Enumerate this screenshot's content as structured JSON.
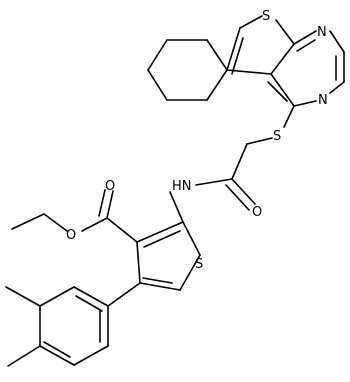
{
  "atoms": {
    "S_thieno": "S",
    "N_pyr_top": "N",
    "N_pyr_bottom": "N",
    "S_thioether": "S",
    "N_amide": "HN",
    "O_amide": "O",
    "O_ester_carbonyl": "O",
    "O_ester_ether": "O",
    "S_thiophene": "S"
  }
}
